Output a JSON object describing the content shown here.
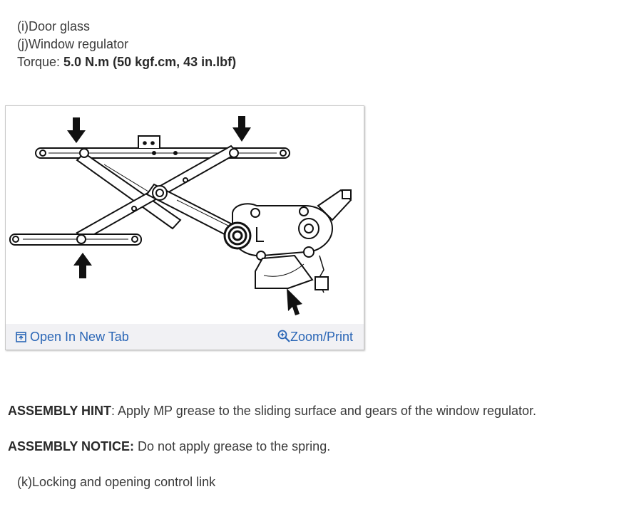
{
  "list": {
    "door_glass": "(i)Door glass",
    "window_regulator": "(j)Window regulator",
    "torque_label": "Torque: ",
    "torque_value": "5.0 N.m (50 kgf.cm, 43 in.lbf)",
    "locking_link": "(k)Locking and opening control link"
  },
  "figure": {
    "open_in_new_tab": "Open In New Tab",
    "zoom_print": "Zoom/Print",
    "link_color": "#2a66b6",
    "toolbar_bg": "#f1f1f4"
  },
  "hints": {
    "assembly_hint_label": "ASSEMBLY HINT",
    "assembly_hint_text": ": Apply MP grease to the sliding surface and gears of the window regulator.",
    "assembly_notice_label": "ASSEMBLY NOTICE:",
    "assembly_notice_text": " Do not apply grease to the spring."
  },
  "icons": {
    "open_tab": "open-in-new-tab-icon",
    "zoom": "zoom-in-icon"
  }
}
